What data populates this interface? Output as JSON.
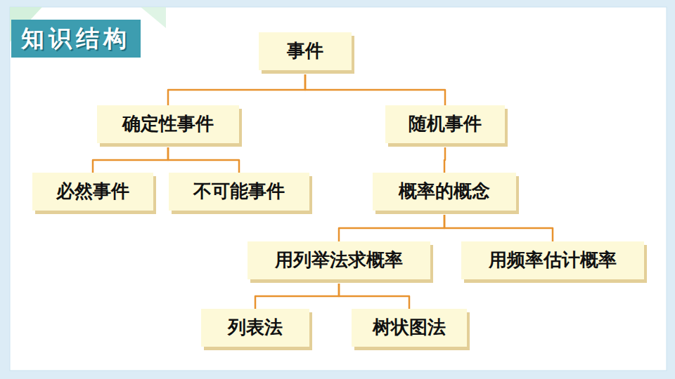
{
  "diagram": {
    "title": "知识结构",
    "nodes": [
      {
        "text": [
          "事件"
        ]
      },
      {
        "text": [
          "确定性事件"
        ]
      },
      {
        "text": [
          "随机事件"
        ]
      },
      {
        "text": [
          "必然事件"
        ]
      },
      {
        "text": [
          "不可能事件"
        ]
      },
      {
        "text": [
          "概率的概念"
        ]
      },
      {
        "text": [
          "用列举法求概率"
        ]
      },
      {
        "text": [
          "用频率估计概率"
        ]
      },
      {
        "text": [
          "列表法"
        ]
      },
      {
        "text": [
          "树状图法"
        ]
      }
    ],
    "edges": [
      {
        "from": 0,
        "to": 1,
        "arrow": "none"
      },
      {
        "from": 0,
        "to": 2,
        "arrow": "none"
      },
      {
        "from": 1,
        "to": 3,
        "arrow": "none"
      },
      {
        "from": 1,
        "to": 4,
        "arrow": "none"
      },
      {
        "from": 2,
        "to": 5,
        "arrow": "none"
      },
      {
        "from": 5,
        "to": 6,
        "arrow": "none"
      },
      {
        "from": 5,
        "to": 7,
        "arrow": "none"
      },
      {
        "from": 6,
        "to": 8,
        "arrow": "none"
      },
      {
        "from": 6,
        "to": 9,
        "arrow": "none"
      }
    ]
  }
}
